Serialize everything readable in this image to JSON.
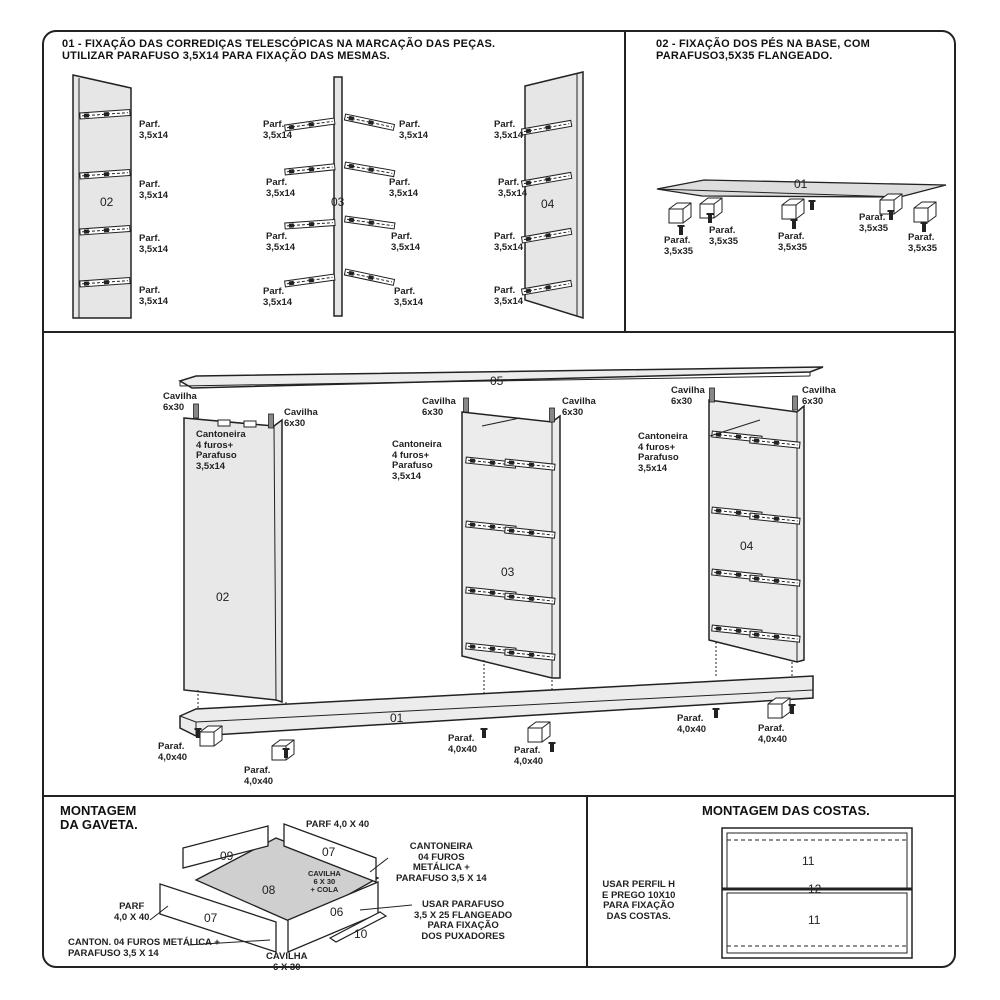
{
  "section1": {
    "title_line1": "01 - FIXAÇÃO DAS CORREDIÇAS TELESCÓPICAS NA MARCAÇÃO DAS PEÇAS.",
    "title_line2": "UTILIZAR PARAFUSO 3,5X14 PARA FIXAÇÃO DAS MESMAS.",
    "panel_02": "02",
    "panel_03": "03",
    "panel_04": "04",
    "screw_label": "Parf.\n3,5x14"
  },
  "section2": {
    "title_line1": "02 - FIXAÇÃO DOS PÉS NA BASE, COM",
    "title_line2": "PARAFUSO3,5X35 FLANGEADO.",
    "base_label": "01",
    "screw_label": "Paraf.\n3,5x35"
  },
  "section3": {
    "top_label": "05",
    "base_label": "01",
    "panel_02": "02",
    "panel_03": "03",
    "panel_04": "04",
    "cavilha": "Cavilha\n6x30",
    "cantoneira": "Cantoneira\n4 furos+\nParafuso\n3,5x14",
    "paraf_40": "Paraf.\n4,0x40"
  },
  "section4": {
    "title": "MONTAGEM\nDA GAVETA.",
    "parf_top": "PARF 4,0 X 40",
    "cantoneira": "CANTONEIRA\n04 FUROS\nMETÁLICA +\nPARAFUSO 3,5 X 14",
    "cavilha_cola": "CAVILHA\n6 X 30\n+ COLA",
    "usar_parafuso": "USAR PARAFUSO\n3,5 X 25 FLANGEADO\nPARA FIXAÇÃO\nDOS PUXADORES",
    "parf_left": "PARF\n4,0 X 40",
    "canton_bottom": "CANTON. 04 FUROS METÁLICA +\nPARAFUSO 3,5 X 14",
    "cavilha_bottom": "CAVILHA\n6 X 30",
    "p06": "06",
    "p07a": "07",
    "p07b": "07",
    "p08": "08",
    "p09": "09",
    "p10": "10"
  },
  "section5": {
    "title": "MONTAGEM DAS COSTAS.",
    "instruction": "USAR PERFIL H\nE PREGO 10X10\nPARA FIXAÇÃO\nDAS COSTAS.",
    "p11a": "11",
    "p11b": "11",
    "p12": "12"
  }
}
